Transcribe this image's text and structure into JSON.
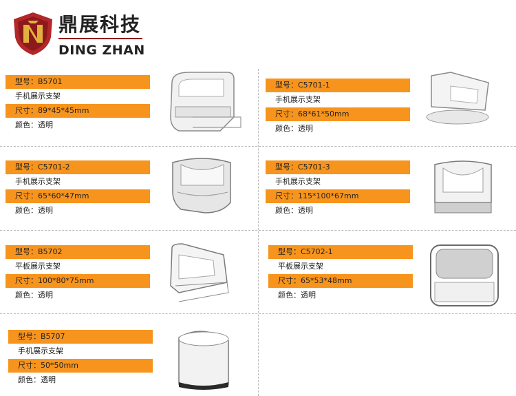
{
  "brand": {
    "name_cn": "鼎展科技",
    "name_en": "DING ZHAN"
  },
  "products": [
    {
      "model": "型号：B5701",
      "category": "手机展示支架",
      "size": "尺寸：89*45*45mm",
      "color": "颜色：透明"
    },
    {
      "model": "型号：C5701-1",
      "category": "手机展示支架",
      "size": "尺寸：68*61*50mm",
      "color": "颜色：透明"
    },
    {
      "model": "型号：C5701-2",
      "category": "手机展示支架",
      "size": "尺寸：65*60*47mm",
      "color": "颜色：透明"
    },
    {
      "model": "型号：C5701-3",
      "category": "手机展示支架",
      "size": "尺寸：115*100*67mm",
      "color": "颜色：透明"
    },
    {
      "model": "型号：B5702",
      "category": "平板展示支架",
      "size": "尺寸：100*80*75mm",
      "color": "颜色：透明"
    },
    {
      "model": "型号：C5702-1",
      "category": "平板展示支架",
      "size": "尺寸：65*53*48mm",
      "color": "颜色：透明"
    },
    {
      "model": "型号：B5707",
      "category": "手机展示支架",
      "size": "尺寸：50*50mm",
      "color": "颜色：透明"
    }
  ],
  "colors": {
    "accent": "#f7941d",
    "logo_red": "#b3262a",
    "logo_gold": "#e2b13c"
  }
}
